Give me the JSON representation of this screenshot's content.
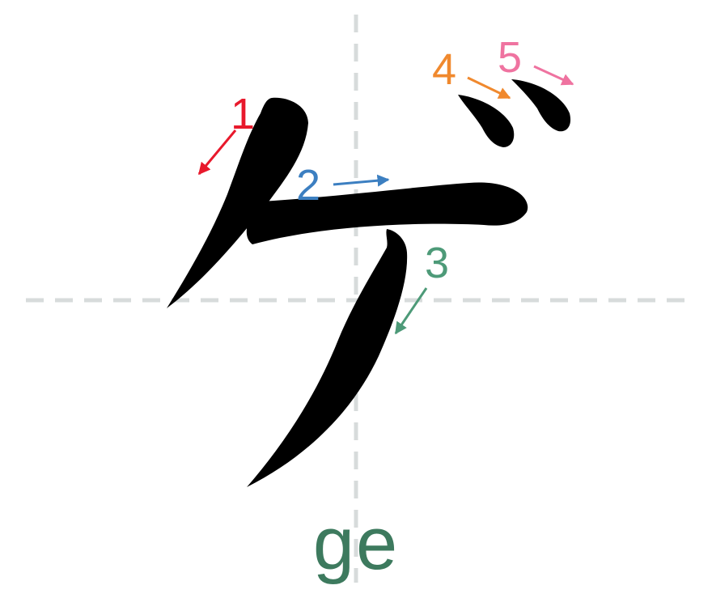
{
  "romaji": "ge",
  "stroke_numbers": [
    "1",
    "2",
    "3",
    "4",
    "5"
  ],
  "colors": {
    "stroke_1": "#e8192c",
    "stroke_2": "#3c7fc1",
    "stroke_3": "#4d9a78",
    "stroke_4": "#f0892e",
    "stroke_5": "#ef73a0",
    "guide": "#d7dbdb",
    "ink": "#000000",
    "romaji": "#3d7a5e"
  }
}
